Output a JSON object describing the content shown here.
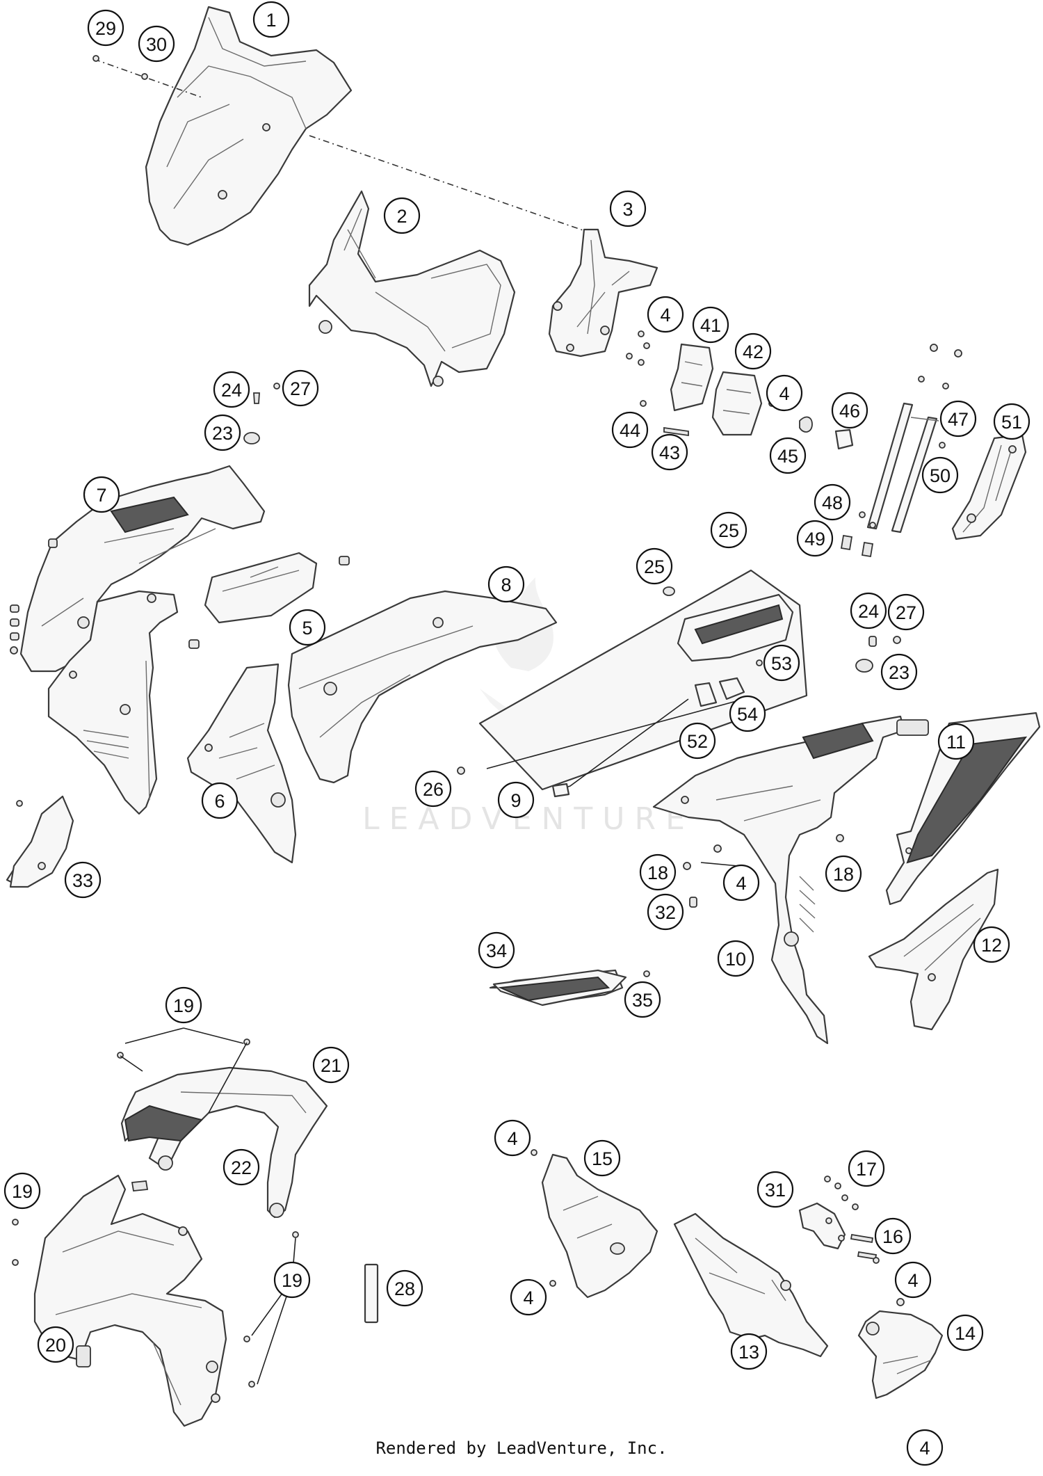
{
  "diagram": {
    "callouts": [
      "1",
      "2",
      "3",
      "4",
      "41",
      "42",
      "4",
      "24",
      "27",
      "23",
      "44",
      "43",
      "45",
      "46",
      "47",
      "51",
      "50",
      "48",
      "49",
      "29",
      "30",
      "7",
      "5",
      "8",
      "6",
      "25",
      "25",
      "24",
      "27",
      "23",
      "53",
      "54",
      "52",
      "26",
      "9",
      "11",
      "33",
      "18",
      "4",
      "18",
      "32",
      "10",
      "12",
      "34",
      "35",
      "19",
      "21",
      "22",
      "19",
      "19",
      "20",
      "28",
      "4",
      "15",
      "17",
      "31",
      "16",
      "4",
      "4",
      "13",
      "14",
      "4"
    ]
  },
  "watermark": {
    "text": "LEADVENTURE"
  },
  "footer": {
    "text": "Rendered by LeadVenture, Inc."
  }
}
